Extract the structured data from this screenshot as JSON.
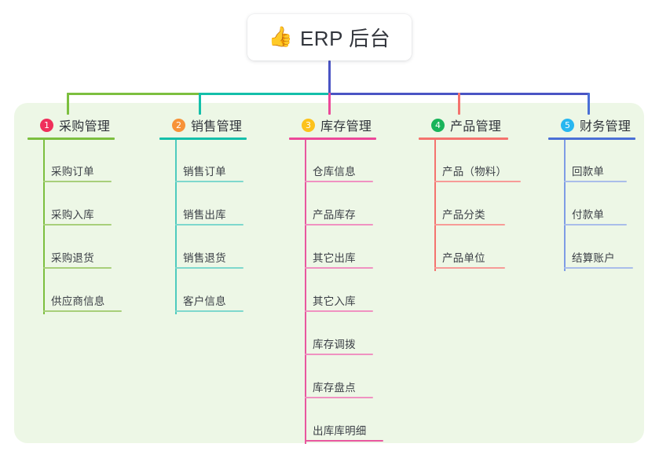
{
  "root": {
    "emoji": "👍",
    "emoji_name": "thumbs-up-emoji",
    "title": "ERP 后台"
  },
  "palette": {
    "panel_bg": "#edf7e6",
    "trunk": "#4a54c4",
    "branch_purchase": "#7cbf3f",
    "branch_sales": "#14bfaa",
    "branch_inventory": "#ec4899",
    "branch_product": "#f4736e",
    "branch_finance": "#4a6fd6",
    "badge_1": "#ef2f5b",
    "badge_2": "#f79238",
    "badge_3": "#fcc21b",
    "badge_4": "#19b45a",
    "badge_5": "#28b7f0",
    "text": "#32353c"
  },
  "columns": [
    {
      "index": "1",
      "title": "采购管理",
      "color": "#7cbf3f",
      "badge_color": "#ef2f5b",
      "items": [
        "采购订单",
        "采购入库",
        "采购退货",
        "供应商信息"
      ]
    },
    {
      "index": "2",
      "title": "销售管理",
      "color": "#14bfaa",
      "badge_color": "#f79238",
      "items": [
        "销售订单",
        "销售出库",
        "销售退货",
        "客户信息"
      ]
    },
    {
      "index": "3",
      "title": "库存管理",
      "color": "#ec4899",
      "badge_color": "#fcc21b",
      "items": [
        "仓库信息",
        "产品库存",
        "其它出库",
        "其它入库",
        "库存调拨",
        "库存盘点",
        "出库库明细"
      ]
    },
    {
      "index": "4",
      "title": "产品管理",
      "color": "#f4736e",
      "badge_color": "#19b45a",
      "items": [
        "产品（物料）",
        "产品分类",
        "产品单位"
      ]
    },
    {
      "index": "5",
      "title": "财务管理",
      "color": "#4a6fd6",
      "badge_color": "#28b7f0",
      "items": [
        "回款单",
        "付款单",
        "结算账户"
      ]
    }
  ]
}
